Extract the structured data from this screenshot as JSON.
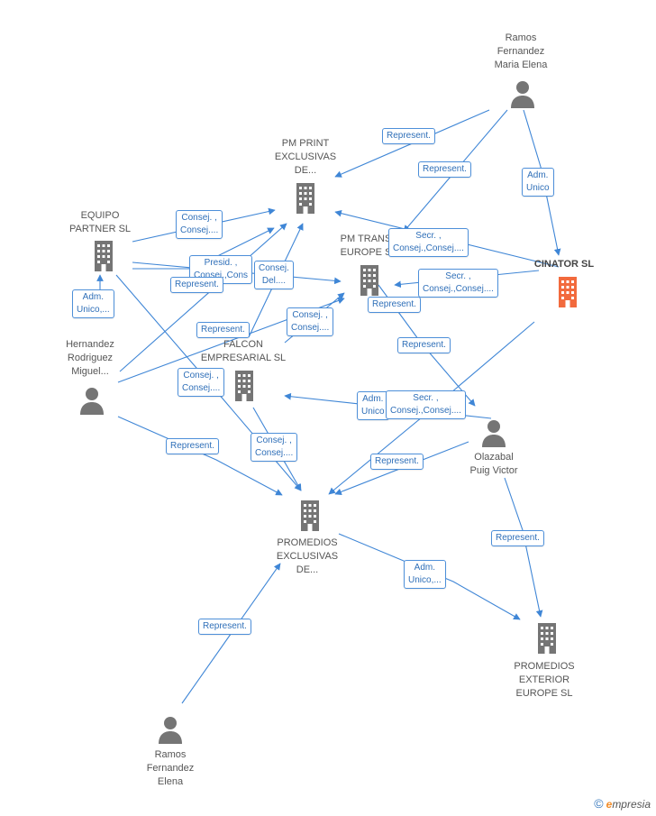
{
  "nodes": {
    "ramos_maria": {
      "label_lines": [
        "Ramos",
        "Fernandez",
        "Maria Elena"
      ],
      "type": "person"
    },
    "pm_print": {
      "label_lines": [
        "PM PRINT",
        "EXCLUSIVAS",
        "DE..."
      ],
      "type": "company"
    },
    "equipo_partner": {
      "label_lines": [
        "EQUIPO",
        "PARTNER SL"
      ],
      "type": "company"
    },
    "pm_trans": {
      "label_lines": [
        "PM TRANS",
        "EUROPE S"
      ],
      "type": "company"
    },
    "cinator": {
      "label_lines": [
        "CINATOR SL"
      ],
      "type": "company-main"
    },
    "hernandez": {
      "label_lines": [
        "Hernandez",
        "Rodriguez",
        "Miguel..."
      ],
      "type": "person"
    },
    "falcon": {
      "label_lines": [
        "FALCON",
        "EMPRESARIAL SL"
      ],
      "type": "company"
    },
    "olazabal": {
      "label_lines": [
        "Olazabal",
        "Puig Victor"
      ],
      "type": "person"
    },
    "promedios_excl": {
      "label_lines": [
        "PROMEDIOS",
        "EXCLUSIVAS",
        "DE..."
      ],
      "type": "company"
    },
    "promedios_ext": {
      "label_lines": [
        "PROMEDIOS",
        "EXTERIOR",
        "EUROPE SL"
      ],
      "type": "company"
    },
    "ramos_elena": {
      "label_lines": [
        "Ramos",
        "Fernandez",
        "Elena"
      ],
      "type": "person"
    }
  },
  "edge_labels": [
    [
      "Represent."
    ],
    [
      "Represent."
    ],
    [
      "Adm.",
      "Unico"
    ],
    [
      "Consej. ,",
      "Consej...."
    ],
    [
      "Secr. ,",
      "Consej.,Consej...."
    ],
    [
      "Presid. ,",
      "Consej.,Cons"
    ],
    [
      "Consej.",
      "Del...."
    ],
    [
      "Represent."
    ],
    [
      "Secr. ,",
      "Consej.,Consej...."
    ],
    [
      "Adm.",
      "Unico,..."
    ],
    [
      "Represent."
    ],
    [
      "Represent."
    ],
    [
      "Consej. ,",
      "Consej...."
    ],
    [
      "Represent."
    ],
    [
      "Consej. ,",
      "Consej...."
    ],
    [
      "Adm.",
      "Unico"
    ],
    [
      "Secr. ,",
      "Consej.,Consej...."
    ],
    [
      "Represent."
    ],
    [
      "Consej. ,",
      "Consej...."
    ],
    [
      "Represent."
    ],
    [
      "Represent."
    ],
    [
      "Adm.",
      "Unico,..."
    ],
    [
      "Represent."
    ]
  ],
  "footer": {
    "copyright": "©",
    "brand_e": "e",
    "brand_rest": "mpresia"
  },
  "colors": {
    "edge": "#3f86d6",
    "company_icon": "#757575",
    "main_company_icon": "#f26a3d",
    "person_icon": "#757575"
  }
}
